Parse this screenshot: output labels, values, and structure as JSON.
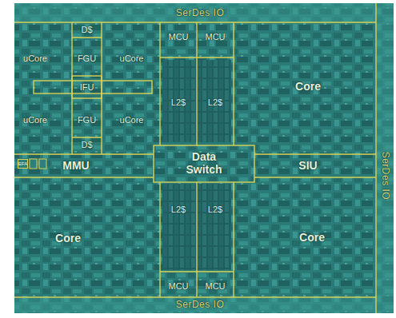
{
  "diagram": {
    "nodes": [
      {
        "text": [
          "SerDes IO"
        ]
      },
      {
        "text": [
          "D$"
        ]
      },
      {
        "text": [
          "MCU"
        ]
      },
      {
        "text": [
          "MCU"
        ]
      },
      {
        "text": [
          "uCore"
        ]
      },
      {
        "text": [
          "FGU"
        ]
      },
      {
        "text": [
          "uCore"
        ]
      },
      {
        "text": [
          "Core"
        ]
      },
      {
        "text": [
          "IFU"
        ]
      },
      {
        "text": [
          "L2$"
        ]
      },
      {
        "text": [
          "L2$"
        ]
      },
      {
        "text": [
          "uCore"
        ]
      },
      {
        "text": [
          "FGU"
        ]
      },
      {
        "text": [
          "uCore"
        ]
      },
      {
        "text": [
          "D$"
        ]
      },
      {
        "text": [
          "MMU"
        ]
      },
      {
        "text": [
          "Data Switch"
        ]
      },
      {
        "text": [
          "SIU"
        ]
      },
      {
        "text": [
          "SerDes IO"
        ]
      },
      {
        "text": [
          "Core"
        ]
      },
      {
        "text": [
          "L2$"
        ]
      },
      {
        "text": [
          "L2$"
        ]
      },
      {
        "text": [
          "Core"
        ]
      },
      {
        "text": [
          "MCU"
        ]
      },
      {
        "text": [
          "MCU"
        ]
      },
      {
        "text": [
          "SerDes IO"
        ]
      }
    ],
    "labels": [
      "EFA"
    ]
  }
}
